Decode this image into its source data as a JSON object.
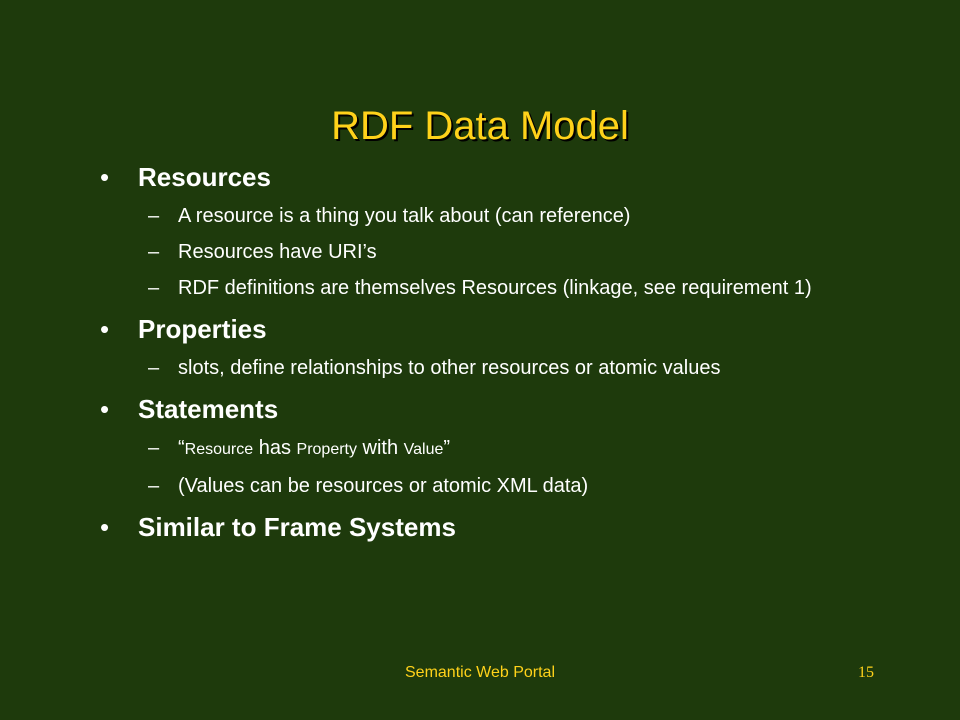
{
  "slide": {
    "title": "RDF Data Model",
    "bullet_symbol": "•",
    "dash_symbol": "–",
    "bullets": [
      {
        "heading": "Resources",
        "subs": [
          "A resource is a thing you talk about (can reference)",
          "Resources have URI’s",
          "RDF definitions are themselves Resources (linkage, see requirement 1)"
        ]
      },
      {
        "heading": "Properties",
        "subs": [
          "slots, define relationships to other resources or atomic values"
        ]
      },
      {
        "heading": "Statements",
        "statement_parts": {
          "open_quote": "“",
          "resource": "Resource",
          "has": " has ",
          "property": "Property",
          "with": " with ",
          "value": "Value",
          "close_quote": "”"
        },
        "subs_after": [
          "(Values can be resources or atomic XML data)"
        ]
      },
      {
        "heading": "Similar to Frame Systems"
      }
    ],
    "footer": "Semantic Web Portal",
    "page_number": "15"
  },
  "colors": {
    "background": "#1e3a0c",
    "title": "#ffd21a",
    "text": "#ffffff",
    "footer": "#ffd21a"
  }
}
